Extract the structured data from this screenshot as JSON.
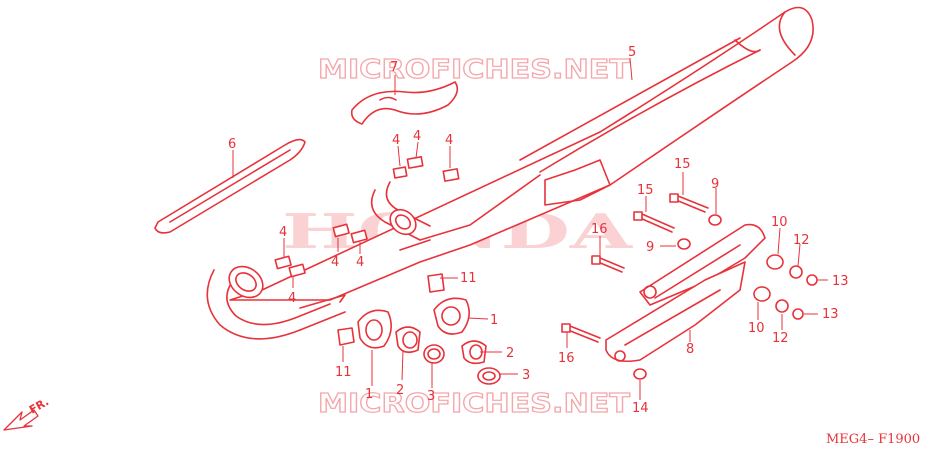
{
  "watermarks": {
    "top": "MICROFICHES.NET",
    "brand": "HONDA",
    "bottom": "MICROFICHES.NET"
  },
  "diagram_code": "MEG4– F1900",
  "front_indicator": "FR.",
  "colors": {
    "line": "#e8323a",
    "watermark": "#f4a6aa"
  },
  "callouts": {
    "c1a": "1",
    "c1b": "1",
    "c2a": "2",
    "c2b": "2",
    "c3a": "3",
    "c3b": "3",
    "c4a": "4",
    "c4b": "4",
    "c4c": "4",
    "c4d": "4",
    "c4e": "4",
    "c4f": "4",
    "c4g": "4",
    "c5": "5",
    "c6": "6",
    "c7": "7",
    "c8": "8",
    "c9a": "9",
    "c9b": "9",
    "c10a": "10",
    "c10b": "10",
    "c11a": "11",
    "c11b": "11",
    "c12a": "12",
    "c12b": "12",
    "c13a": "13",
    "c13b": "13",
    "c14": "14",
    "c15a": "15",
    "c15b": "15",
    "c16a": "16",
    "c16b": "16"
  }
}
